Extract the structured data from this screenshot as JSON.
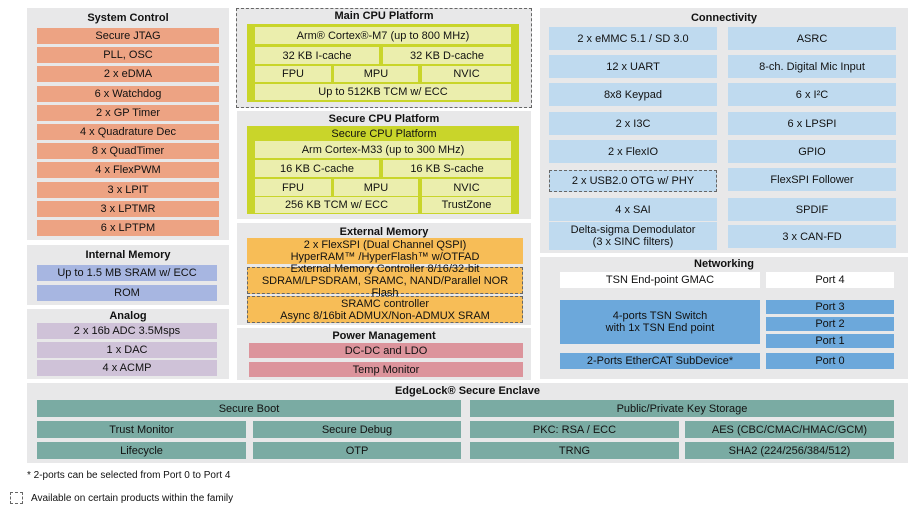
{
  "system_control": {
    "title": "System Control",
    "items": [
      "Secure JTAG",
      "PLL, OSC",
      "2 x eDMA",
      "6 x Watchdog",
      "2 x GP Timer",
      "4 x Quadrature Dec",
      "8 x QuadTimer",
      "4 x FlexPWM",
      "3 x LPIT",
      "3 x LPTMR",
      "6 x LPTPM"
    ]
  },
  "internal_memory": {
    "title": "Internal Memory",
    "items": [
      "Up to 1.5 MB SRAM w/ ECC",
      "ROM"
    ]
  },
  "analog": {
    "title": "Analog",
    "items": [
      "2 x 16b ADC 3.5Msps",
      "1 x DAC",
      "4 x ACMP"
    ]
  },
  "main_cpu": {
    "title": "Main CPU Platform",
    "core": "Arm® Cortex®-M7 (up to 800 MHz)",
    "icache": "32 KB I-cache",
    "dcache": "32 KB D-cache",
    "fpu": "FPU",
    "mpu": "MPU",
    "nvic": "NVIC",
    "tcm": "Up to 512KB TCM w/ ECC"
  },
  "secure_cpu": {
    "title": "Secure CPU Platform",
    "inner_title": "Secure CPU Platform",
    "core": "Arm Cortex-M33 (up to 300 MHz)",
    "ccache": "16 KB C-cache",
    "scache": "16 KB S-cache",
    "fpu": "FPU",
    "mpu": "MPU",
    "nvic": "NVIC",
    "tcm": "256 KB TCM w/ ECC",
    "trustzone": "TrustZone"
  },
  "external_memory": {
    "title": "External Memory",
    "flexspi_l1": "2 x FlexSPI (Dual Channel QSPI)",
    "flexspi_l2": "HyperRAM™ /HyperFlash™ w/OTFAD",
    "emc_l1": "External Memory Controller 8/16/32-bit",
    "emc_l2": "SDRAM/LPSDRAM, SRAMC, NAND/Parallel NOR Flash",
    "sramc_l1": "SRAMC controller",
    "sramc_l2": "Async 8/16bit ADMUX/Non-ADMUX SRAM"
  },
  "power": {
    "title": "Power Management",
    "items": [
      "DC-DC and LDO",
      "Temp Monitor"
    ]
  },
  "connectivity": {
    "title": "Connectivity",
    "left": [
      "2 x eMMC 5.1 / SD 3.0",
      "12 x UART",
      "8x8 Keypad",
      "2 x I3C",
      "2 x FlexIO",
      "2 x USB2.0 OTG w/ PHY",
      "4 x SAI"
    ],
    "delta_l1": "Delta-sigma Demodulator",
    "delta_l2": "(3 x SINC filters)",
    "right": [
      "ASRC",
      "8-ch. Digital Mic Input",
      "6 x I²C",
      "6 x LPSPI",
      "GPIO",
      "FlexSPI Follower",
      "SPDIF",
      "3 x CAN-FD"
    ]
  },
  "networking": {
    "title": "Networking",
    "gmac": "TSN End-point GMAC",
    "switch_l1": "4-ports TSN Switch",
    "switch_l2": "with 1x TSN End point",
    "ethercat": "2-Ports EtherCAT SubDevice*",
    "ports": [
      "Port 4",
      "Port 3",
      "Port 2",
      "Port 1",
      "Port 0"
    ]
  },
  "edgelock": {
    "title": "EdgeLock® Secure Enclave",
    "secure_boot": "Secure Boot",
    "key_storage": "Public/Private Key Storage",
    "trust_monitor": "Trust Monitor",
    "secure_debug": "Secure Debug",
    "pkc": "PKC: RSA / ECC",
    "aes": "AES (CBC/CMAC/HMAC/GCM)",
    "lifecycle": "Lifecycle",
    "otp": "OTP",
    "trng": "TRNG",
    "sha2": "SHA2 (224/256/384/512)"
  },
  "footnotes": {
    "ports_note": "* 2-ports can be selected from Port 0 to Port 4",
    "legend_note": "Available on certain products within the family"
  }
}
